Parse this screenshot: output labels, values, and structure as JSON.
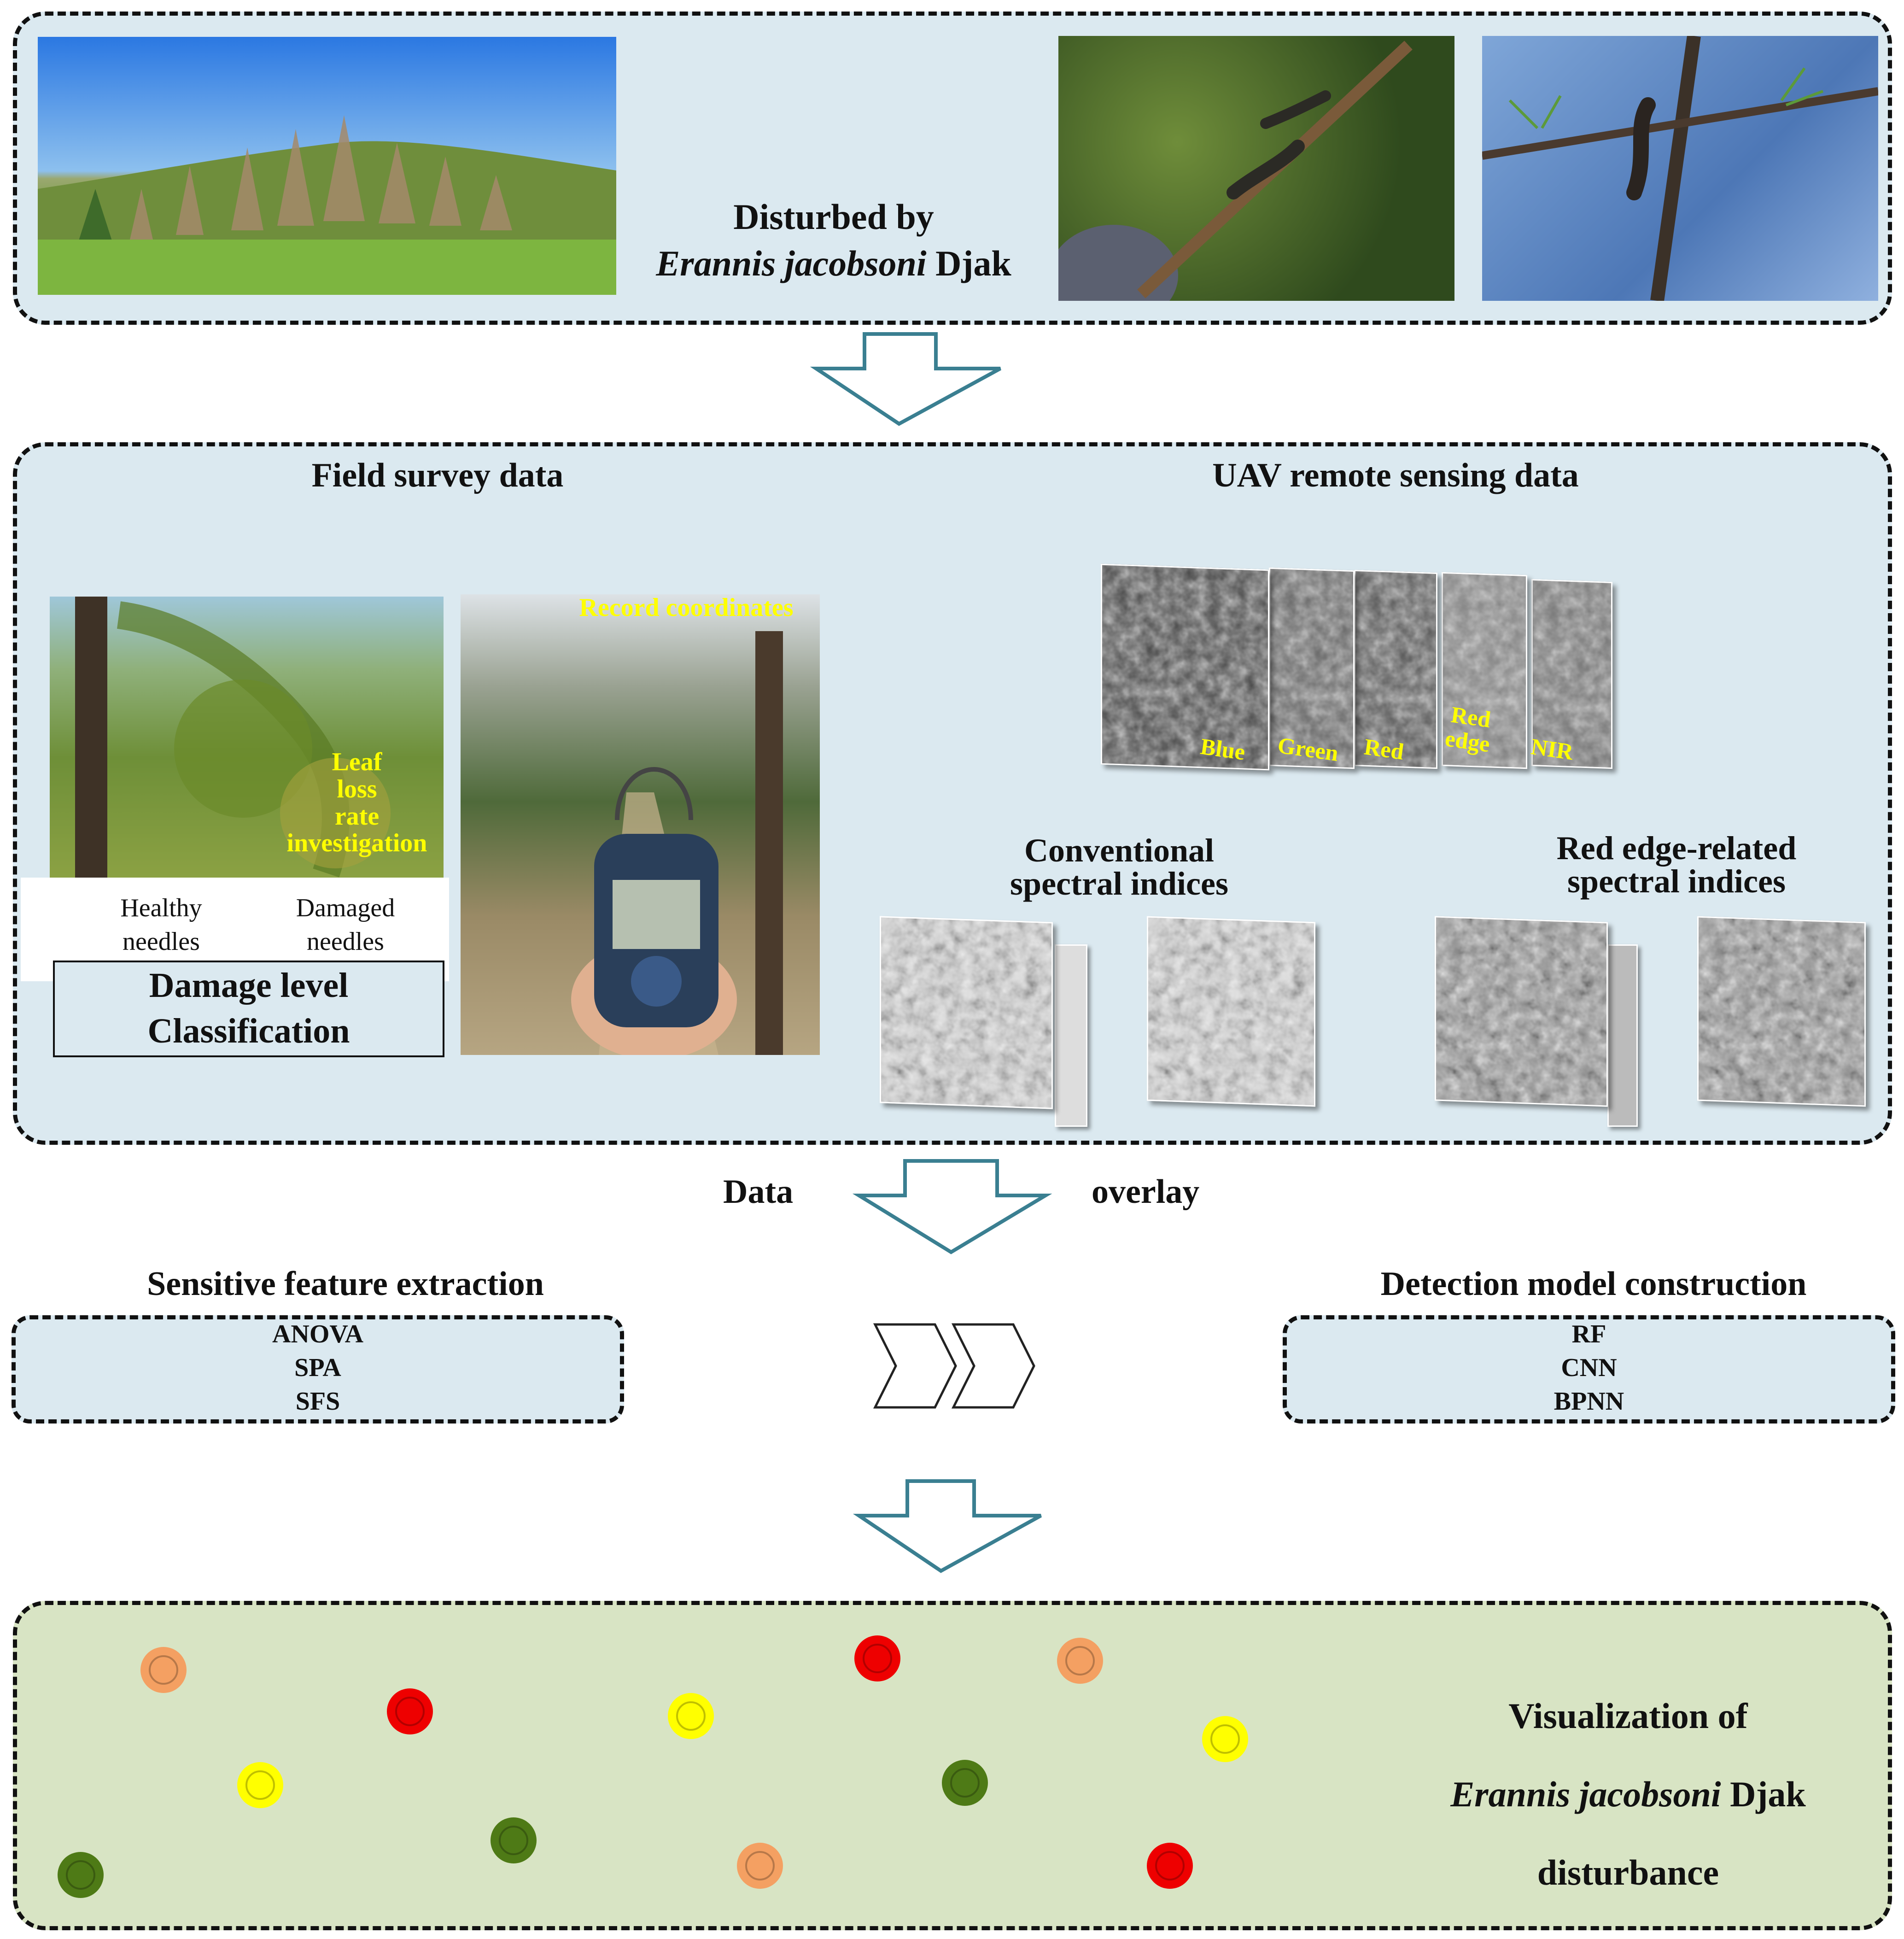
{
  "disturbed": {
    "line1": "Disturbed by",
    "species": "Erannis jacobsoni",
    "suffix": " Djak"
  },
  "field": {
    "title": "Field survey data",
    "leaf_loss": [
      "Leaf",
      "loss",
      "rate",
      "investigation"
    ],
    "record": "Record coordinates",
    "healthy": [
      "Healthy",
      "needles"
    ],
    "damaged": [
      "Damaged",
      "needles"
    ],
    "damage_level": [
      "Damage level",
      "Classification"
    ]
  },
  "uav": {
    "title": "UAV remote sensing data",
    "bands": [
      "Blue",
      "Green",
      "Red",
      "Red edge",
      "NIR"
    ],
    "conventional": [
      "Conventional",
      "spectral indices"
    ],
    "rededge": [
      "Red edge-related",
      "spectral indices"
    ]
  },
  "overlay": {
    "left": "Data",
    "right": "overlay"
  },
  "features": {
    "title": "Sensitive feature extraction",
    "items": [
      "ANOVA",
      "SPA",
      "SFS"
    ]
  },
  "models": {
    "title": "Detection model construction",
    "items": [
      "RF",
      "CNN",
      "BPNN"
    ]
  },
  "visual": {
    "line1": "Visualization of",
    "species": "Erannis jacobsoni",
    "suffix": " Djak",
    "line3": "disturbance"
  },
  "colors": {
    "panel_blue": "#dbe9f0",
    "panel_green": "#d8e4c4",
    "arrow_stroke": "#3a7f91",
    "label_yellow": "#ffff00",
    "healthy": "#4e7a16",
    "light": "#ffff00",
    "moderate": "#f4a062",
    "severe": "#ee0000"
  },
  "icons": [
    "double-chevron-icon",
    "down-arrow-icon",
    "gps-device-icon",
    "tree-crown-icon"
  ]
}
